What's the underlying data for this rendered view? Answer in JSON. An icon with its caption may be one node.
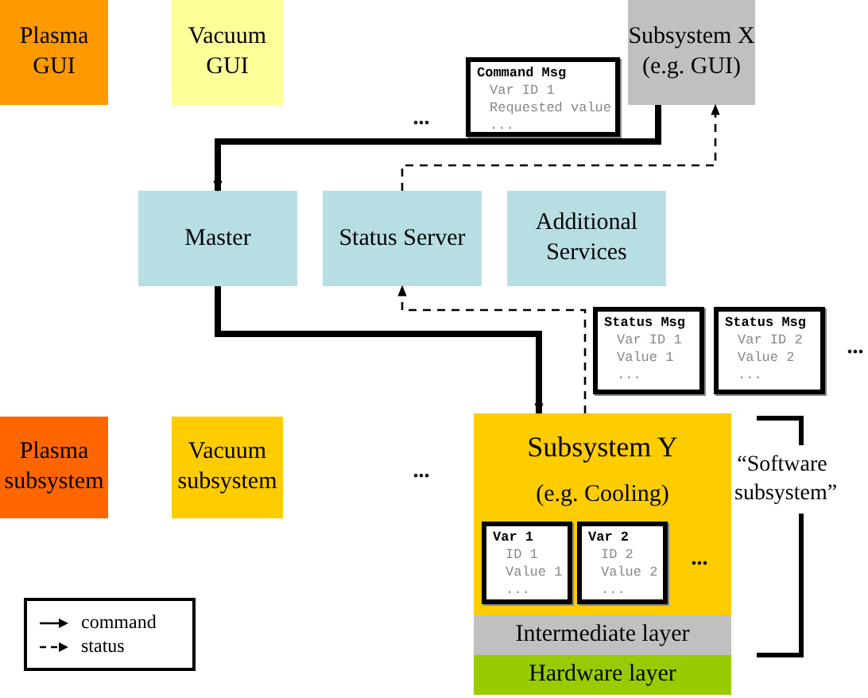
{
  "diagram": {
    "nodes": [
      {
        "text": [
          "Plasma GUI"
        ]
      },
      {
        "text": [
          "Vacuum GUI"
        ]
      },
      {
        "text": [
          "Subsystem X",
          "(e.g. GUI)"
        ]
      },
      {
        "text": [
          "Command Msg",
          "Var ID 1",
          "Requested value",
          "..."
        ]
      },
      {
        "text": [
          "Master"
        ]
      },
      {
        "text": [
          "Status Server"
        ]
      },
      {
        "text": [
          "Additional Services"
        ]
      },
      {
        "text": [
          "Status Msg",
          "Var ID 1",
          "Value 1",
          "..."
        ]
      },
      {
        "text": [
          "Status Msg",
          "Var ID 2",
          "Value 2",
          "..."
        ]
      },
      {
        "text": [
          "Plasma subsystem"
        ]
      },
      {
        "text": [
          "Vacuum subsystem"
        ]
      },
      {
        "text": [
          "Subsystem Y",
          "(e.g. Cooling)"
        ]
      },
      {
        "text": [
          "Var 1",
          "ID 1",
          "Value 1",
          "..."
        ],
        "in": 11
      },
      {
        "text": [
          "Var 2",
          "ID 2",
          "Value 2",
          "..."
        ],
        "in": 11
      },
      {
        "text": [
          "Intermediate layer"
        ]
      },
      {
        "text": [
          "Hardware layer"
        ]
      }
    ],
    "edges": [
      {
        "from": 2,
        "to": 4,
        "arrow": "to",
        "style": "thick"
      },
      {
        "from": 5,
        "to": 2,
        "arrow": "to",
        "style": "dashed"
      },
      {
        "from": 4,
        "to": 11,
        "arrow": "to",
        "style": "thick"
      },
      {
        "from": 11,
        "to": 5,
        "arrow": "to",
        "style": "dashed"
      }
    ],
    "labels": [
      "...",
      "...",
      "...",
      "...",
      "“Software subsystem”"
    ],
    "legend": [
      {
        "text": "command"
      },
      {
        "text": "status"
      }
    ]
  }
}
